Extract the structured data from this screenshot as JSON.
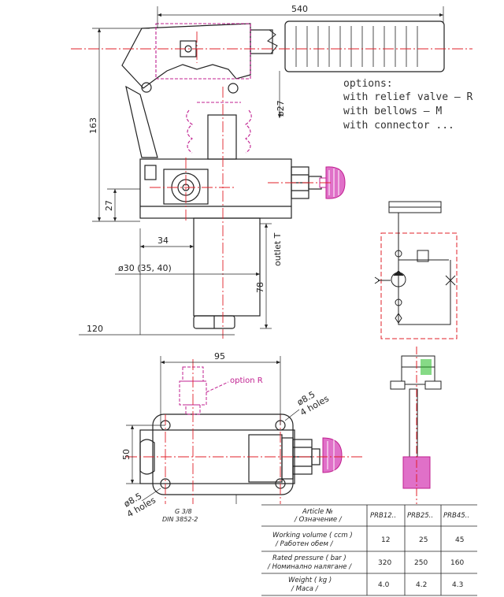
{
  "dimensions": {
    "d540": "540",
    "d163": "163",
    "d27": "27",
    "d34": "34",
    "d30": "ø30 (35, 40)",
    "d78": "78",
    "d120": "120",
    "d95": "95",
    "d50": "50",
    "dia27": "ø27",
    "hole_top_a": "ø8.5",
    "hole_top_b": "4 holes",
    "hole_bot_a": "ø8.5",
    "hole_bot_b": "4 holes",
    "outlet": "outlet T",
    "option_r": "option R",
    "g38_a": "G 3/8",
    "g38_b": "DIN 3852-2"
  },
  "options": {
    "title": "options:",
    "line1": "with relief valve – R",
    "line2": "with bellows – M",
    "line3": "with connector ..."
  },
  "table": {
    "header": {
      "label_a": "Article №",
      "label_b": "/ Означение /",
      "cols": [
        "PRB12..",
        "PRB25..",
        "PRB45.."
      ]
    },
    "rows": [
      {
        "label_a": "Working volume ( ccm )",
        "label_b": "/ Работен обем /",
        "values": [
          "12",
          "25",
          "45"
        ]
      },
      {
        "label_a": "Rated pressure ( bar )",
        "label_b": "/ Номинално налягане /",
        "values": [
          "320",
          "250",
          "160"
        ]
      },
      {
        "label_a": "Weight ( kg )",
        "label_b": "/ Маса /",
        "values": [
          "4.0",
          "4.2",
          "4.3"
        ]
      }
    ]
  },
  "colors": {
    "line": "#222222",
    "center": "#e0202a",
    "accent": "#c02090",
    "green": "#22bb22"
  }
}
